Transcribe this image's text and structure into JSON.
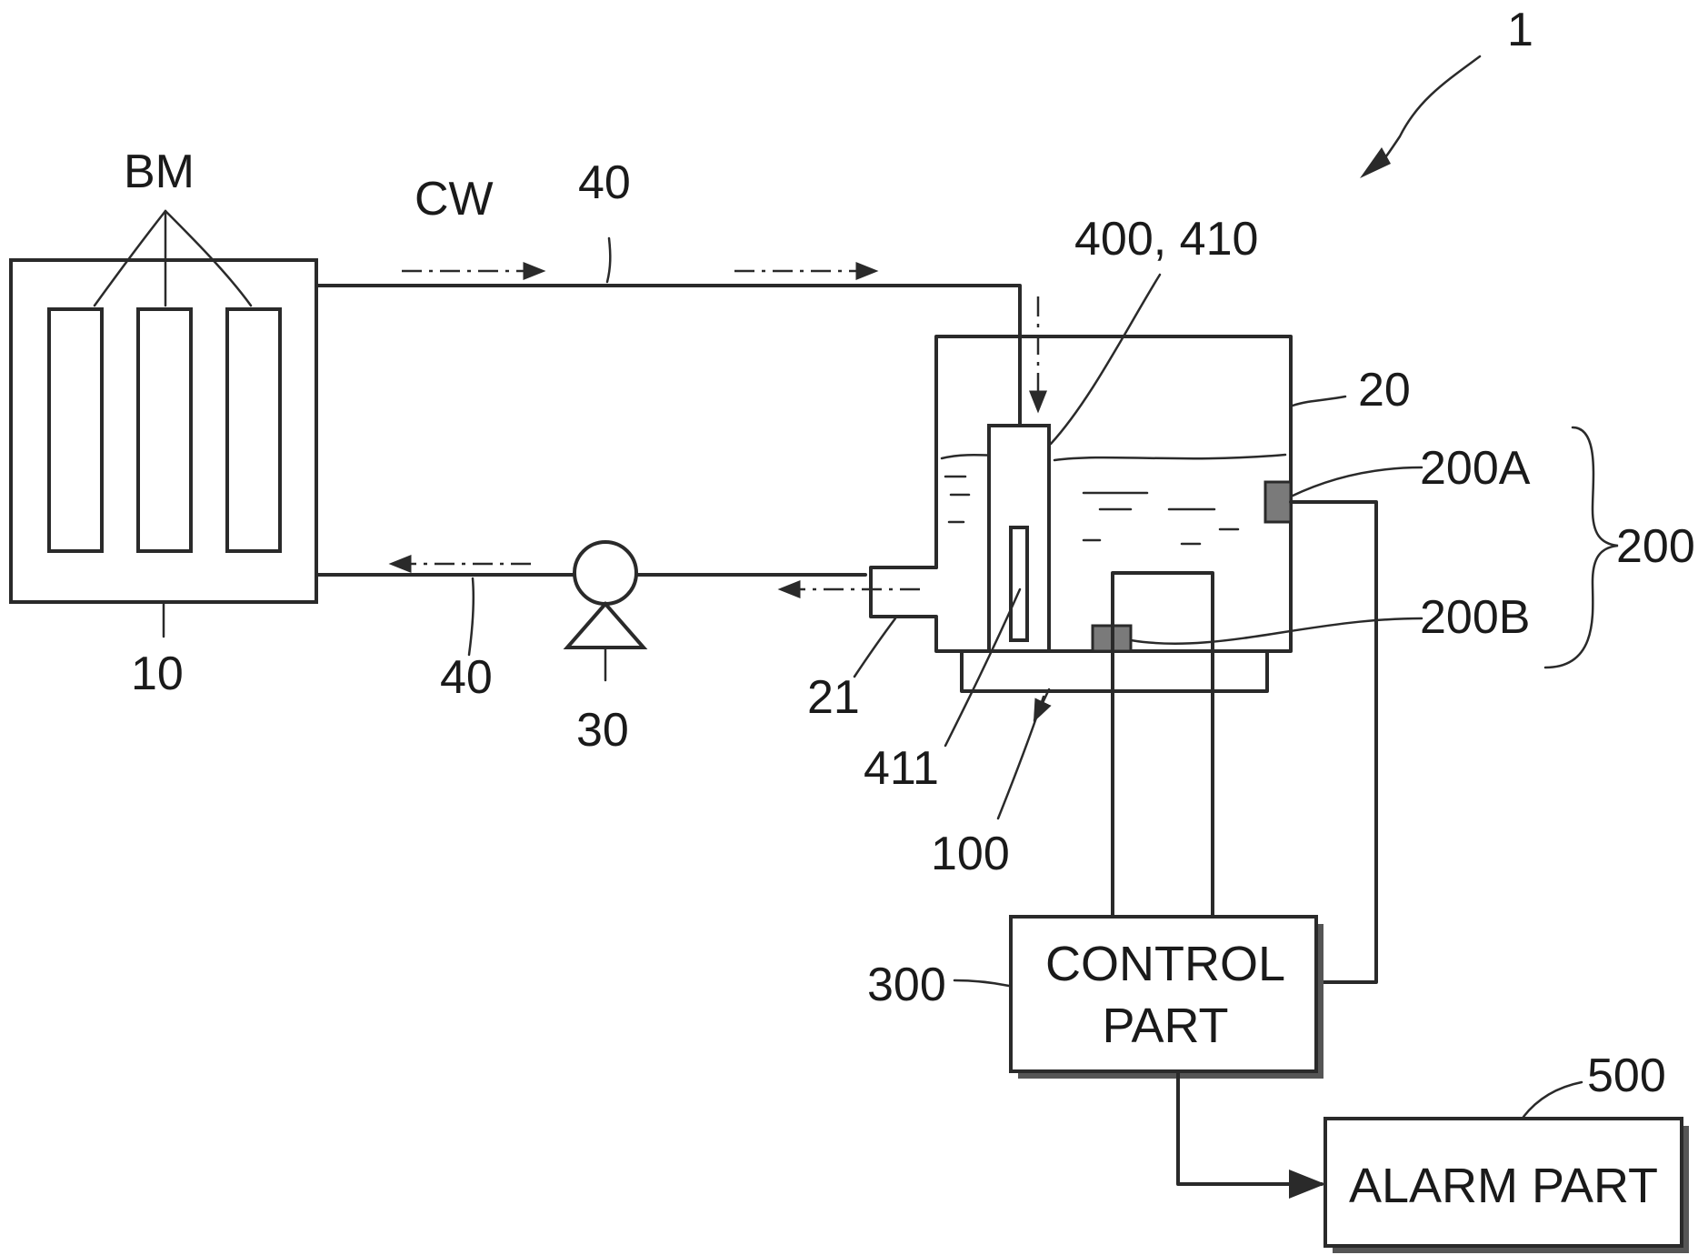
{
  "labels": {
    "system": "1",
    "bm": "BM",
    "cw": "CW",
    "line_top": "40",
    "line_bottom": "40",
    "module": "10",
    "pump": "30",
    "outlet": "21",
    "tank": "20",
    "sensor_pair": "400, 410",
    "sensor_rod": "411",
    "heater": "100",
    "level_upper": "200A",
    "level_lower": "200B",
    "level_group": "200",
    "control_ref": "300",
    "alarm_ref": "500"
  },
  "blocks": {
    "control_line1": "CONTROL",
    "control_line2": "PART",
    "alarm": "ALARM PART"
  }
}
